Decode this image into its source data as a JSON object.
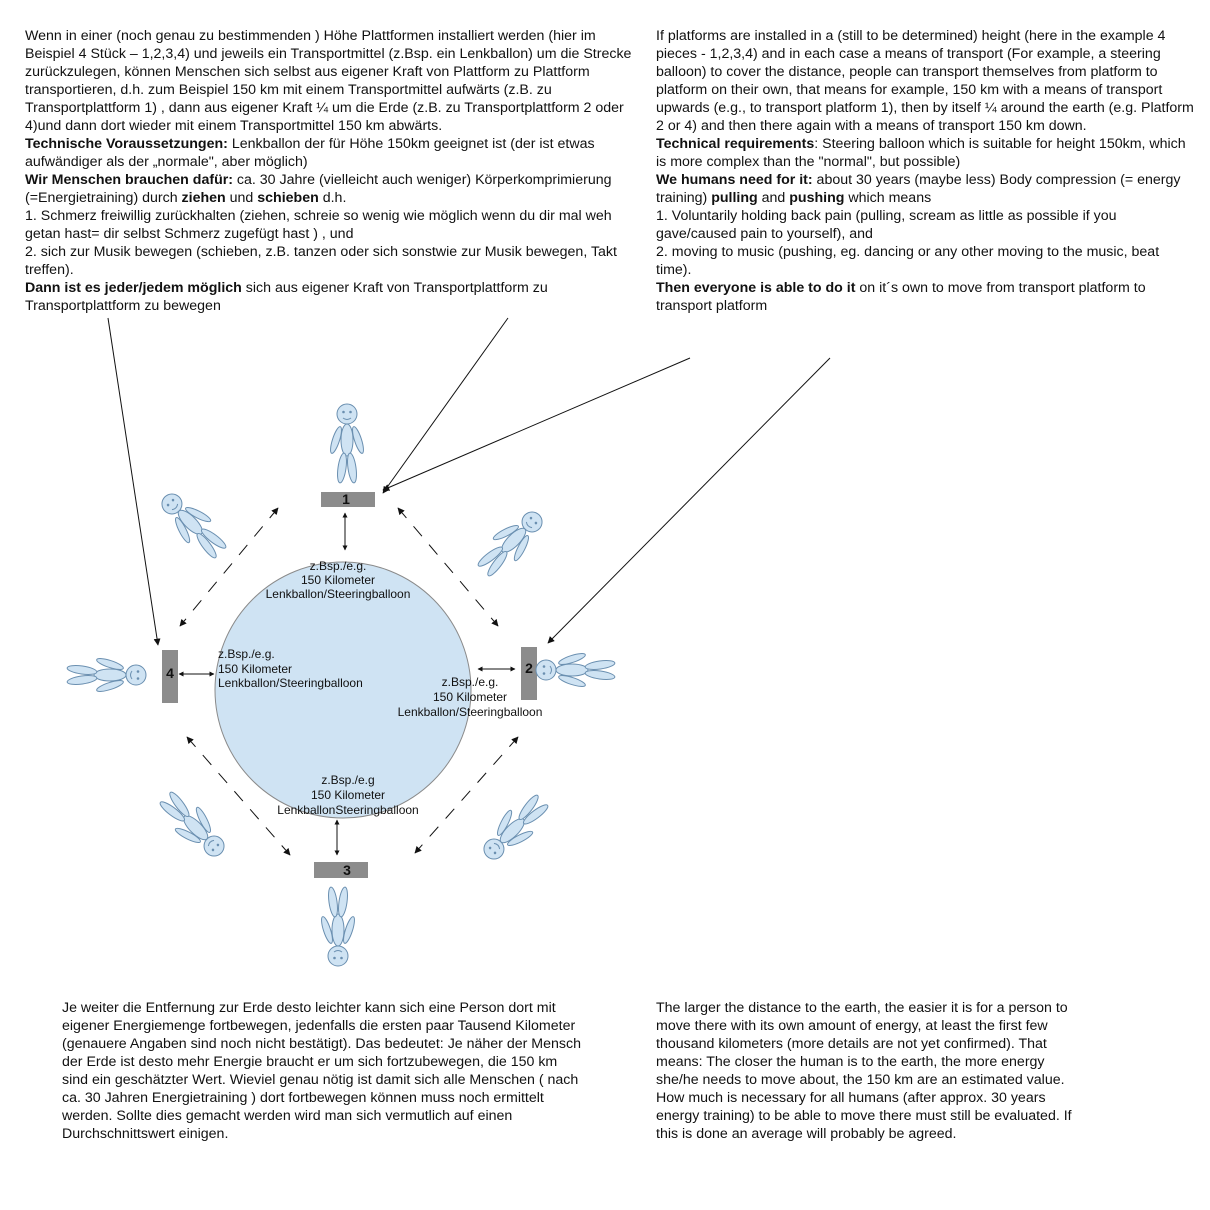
{
  "german_top": {
    "intro": "Wenn in einer (noch genau zu bestimmenden ) Höhe Plattformen installiert werden (hier im Beispiel 4 Stück – 1,2,3,4) und jeweils ein Transportmittel (z.Bsp. ein Lenkballon) um die Strecke zurückzulegen, können Menschen sich selbst aus eigener Kraft von Plattform zu Plattform transportieren, d.h. zum Beispiel 150 km mit einem Transportmittel aufwärts (z.B. zu Transportplattform 1) , dann aus eigener Kraft ¼ um die Erde (z.B. zu Transportplattform 2 oder 4)und dann dort wieder mit einem Transportmittel 150 km abwärts.",
    "tech_heading": "Technische Voraussetzungen:",
    "tech_text": " Lenkballon der für Höhe 150km geeignet ist (der ist etwas aufwändiger als der „normale\", aber möglich)",
    "need_heading": "Wir Menschen brauchen dafür:",
    "need_text_a": " ca. 30 Jahre (vielleicht auch weniger) Körperkomprimierung (=Energietraining) durch ",
    "need_bold_1": "ziehen",
    "need_and": " und ",
    "need_bold_2": "schieben",
    "need_text_b": " d.h.",
    "point1": "1. Schmerz freiwillig zurückhalten (ziehen, schreie so wenig wie möglich wenn du dir mal weh getan hast= dir selbst Schmerz zugefügt hast ) , und",
    "point2": "2. sich zur Musik bewegen (schieben, z.B. tanzen oder sich sonstwie zur Musik bewegen, Takt treffen).",
    "result_heading": "Dann ist es jeder/jedem möglich",
    "result_text": " sich aus eigener Kraft von Transportplattform zu Transportplattform zu bewegen"
  },
  "english_top": {
    "intro": "If platforms are installed in a (still to be determined) height (here in the example 4 pieces - 1,2,3,4) and in each case a means of transport (For example, a steering balloon) to cover the distance, people can transport themselves from platform to platform on their own, that means for example, 150 km with a means of transport upwards (e.g., to transport platform 1), then by itself ¼ around the earth (e.g. Platform 2 or 4) and then there again with a means of transport 150 km down.",
    "tech_heading": "Technical requirements",
    "tech_text": ": Steering balloon which is suitable for height 150km, which is more complex than the \"normal\", but possible)",
    "need_heading": "We humans need for it:",
    "need_text_a": " about 30 years (maybe less) Body compression (= energy training) ",
    "need_bold_1": "pulling",
    "need_and": " and ",
    "need_bold_2": "pushing",
    "need_text_b": " which means",
    "point1": "1. Voluntarily holding back pain (pulling, scream as little as possible if you gave/caused pain to yourself), and",
    "point2": "2. moving to music (pushing, eg. dancing or any other moving to the music, beat time).",
    "result_heading": "Then everyone is able to do it",
    "result_text": " on it´s own to move from transport platform to transport platform"
  },
  "german_bottom": "Je weiter die Entfernung zur Erde desto leichter kann sich eine Person dort mit eigener Energiemenge fortbewegen, jedenfalls die ersten paar Tausend Kilometer (genauere Angaben sind noch nicht bestätigt). Das bedeutet: Je näher der Mensch der Erde ist desto mehr Energie braucht er um sich fortzubewegen, die 150 km sind ein geschätzter Wert. Wieviel genau nötig ist damit sich alle Menschen ( nach ca. 30 Jahren Energietraining ) dort fortbewegen können muss noch ermittelt werden. Sollte dies gemacht werden wird man sich vermutlich auf einen Durchschnittswert einigen.",
  "english_bottom": "The larger the distance to the earth, the easier it is for a person to move there with its own amount of energy, at least the first few thousand kilometers (more details are not yet confirmed). That means: The closer the human is to the earth, the more energy she/he needs to move about, the 150 km are an estimated value. How much is necessary for all humans (after approx. 30 years energy training) to be able to move there must still be evaluated. If this is done an average will probably be agreed.",
  "diagram": {
    "platforms": [
      "1",
      "2",
      "3",
      "4"
    ],
    "label_top": [
      "z.Bsp./e.g.",
      "150 Kilometer",
      "Lenkballon/Steeringballoon"
    ],
    "label_left": [
      "z.Bsp./e.g.",
      "150 Kilometer",
      "Lenkballon/Steeringballoon"
    ],
    "label_right": [
      "z.Bsp./e.g.",
      "150 Kilometer",
      "Lenkballon/Steeringballoon"
    ],
    "label_bottom": [
      "z.Bsp./e.g",
      "150 Kilometer",
      "LenkballonSteeringballoon"
    ],
    "colors": {
      "earth_fill": "#cfe3f3",
      "earth_stroke": "#8a8a8a",
      "platform": "#8c8c8c",
      "figure_fill": "#cfe3f3",
      "figure_stroke": "#6a8fb0"
    }
  }
}
